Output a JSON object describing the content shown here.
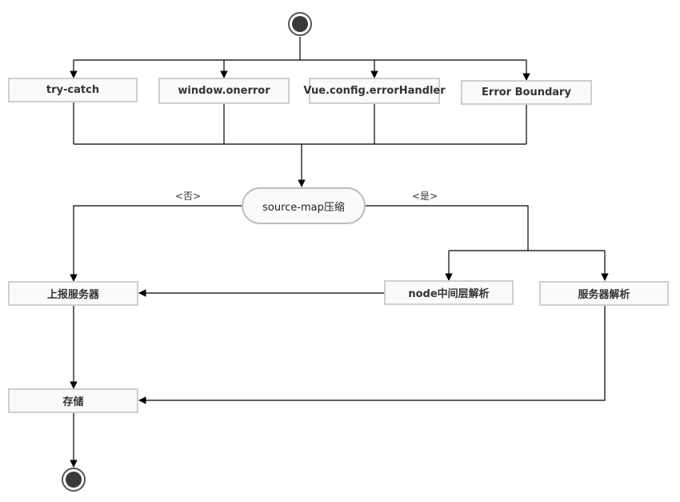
{
  "nodes": {
    "try_catch": "try-catch",
    "window_onerror": "window.onerror",
    "vue_error_handler": "Vue.config.errorHandler",
    "error_boundary": "Error Boundary",
    "source_map": "source-map压缩",
    "report_server": "上报服务器",
    "node_middle": "node中间层解析",
    "server_parse": "服务器解析",
    "storage": "存储"
  },
  "edge_labels": {
    "no": "<否>",
    "yes": "<是>"
  },
  "colors": {
    "line": "#000000",
    "box_border": "#cfcfcf",
    "box_fill": "#fafafa",
    "node_fill": "#3a3a3a"
  }
}
